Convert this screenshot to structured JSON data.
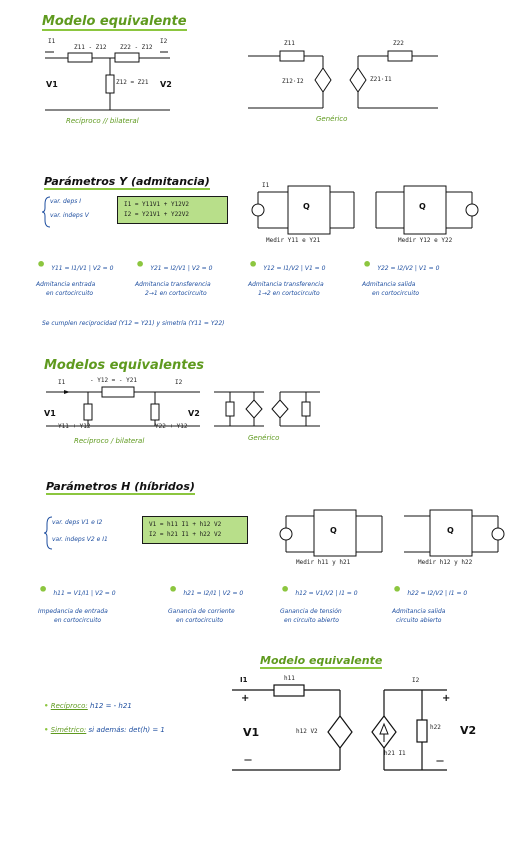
{
  "sec1": {
    "title": "Modelo equivalente",
    "left_caption": "Recíproco // bilateral",
    "right_caption": "Genérico",
    "labels": {
      "i1": "I1",
      "i2": "I2",
      "z11z12": "Z11 - Z12",
      "z22z12": "Z22 - Z12",
      "z12": "Z12 = Z21",
      "v1": "V1",
      "v2": "V2",
      "r_z11": "Z11",
      "r_z22": "Z22",
      "r_src1": "Z12·I2",
      "r_src2": "Z21·I1"
    }
  },
  "sec2": {
    "title": "Parámetros Y (admitancia)",
    "brace": [
      "var. deps  I",
      "var. indeps  V"
    ],
    "box": [
      "I1 = Y11V1 + Y12V2",
      "I2 = Y21V1 + Y22V2"
    ],
    "diagram_left_caption": "Medir  Y11 e Y21",
    "diagram_right_caption": "Medir  Y12 e Y22",
    "q": "Q",
    "defs": [
      {
        "formula": "Y11 = I1/V1 | V2 = 0",
        "desc1": "Admitancia entrada",
        "desc2": "en cortocircuito"
      },
      {
        "formula": "Y21 = I2/V1 | V2 = 0",
        "desc1": "Admitancia transferencia",
        "desc2": "2→1 en cortocircuito"
      },
      {
        "formula": "Y12 = I1/V2 | V1 = 0",
        "desc1": "Admitancia transferencia",
        "desc2": "1→2 en cortocircuito"
      },
      {
        "formula": "Y22 = I2/V2 | V1 = 0",
        "desc1": "Admitancia salida",
        "desc2": "en cortocircuito"
      }
    ],
    "note": "Se cumplen  reciprocidad (Y12 = Y21) y simetría (Y11 = Y22)"
  },
  "sec3": {
    "title": "Modelos equivalentes",
    "left_caption": "Recíproco / bilateral",
    "right_caption": "Genérico",
    "labels": {
      "top": "- Y12 = - Y21",
      "i1": "I1",
      "i2": "I2",
      "y11y12": "Y11 + Y12",
      "y22y12": "Y22 + Y12",
      "v1": "V1",
      "v2": "V2"
    }
  },
  "sec4": {
    "title": "Parámetros H (híbridos)",
    "brace": [
      "var. deps  V1 e I2",
      "var. indeps  V2 e I1"
    ],
    "box": [
      "V1 = h11 I1 + h12 V2",
      "I2 = h21 I1 + h22 V2"
    ],
    "diagram_left_caption": "Medir  h11  y  h21",
    "diagram_right_caption": "Medir  h12  y  h22",
    "q": "Q",
    "defs": [
      {
        "formula": "h11 = V1/I1 | V2 = 0",
        "desc1": "Impedancia de entrada",
        "desc2": "en cortocircuito"
      },
      {
        "formula": "h21 = I2/I1 | V2 = 0",
        "desc1": "Ganancia de corriente",
        "desc2": "en cortocircuito"
      },
      {
        "formula": "h12 = V1/V2 | I1 = 0",
        "desc1": "Ganancia de tensión",
        "desc2": "en circuito abierto"
      },
      {
        "formula": "h22 = I2/V2 | I1 = 0",
        "desc1": "Admitancia salida",
        "desc2": "circuito abierto"
      }
    ]
  },
  "sec5": {
    "title": "Modelo equivalente",
    "bullets": [
      {
        "label": "Recíproco:",
        "text": "h12 = - h21"
      },
      {
        "label": "Simétrico:",
        "text": "si además:  det(h) = 1"
      }
    ],
    "labels": {
      "i1": "I1",
      "h11": "h11",
      "i2": "I2",
      "v1": "V1",
      "v2": "V2",
      "h12v2": "h12 V2",
      "h21i1": "h21 I1",
      "h22": "h22",
      "plus1": "+",
      "plus2": "+",
      "minus1": "—",
      "minus2": "—"
    }
  }
}
